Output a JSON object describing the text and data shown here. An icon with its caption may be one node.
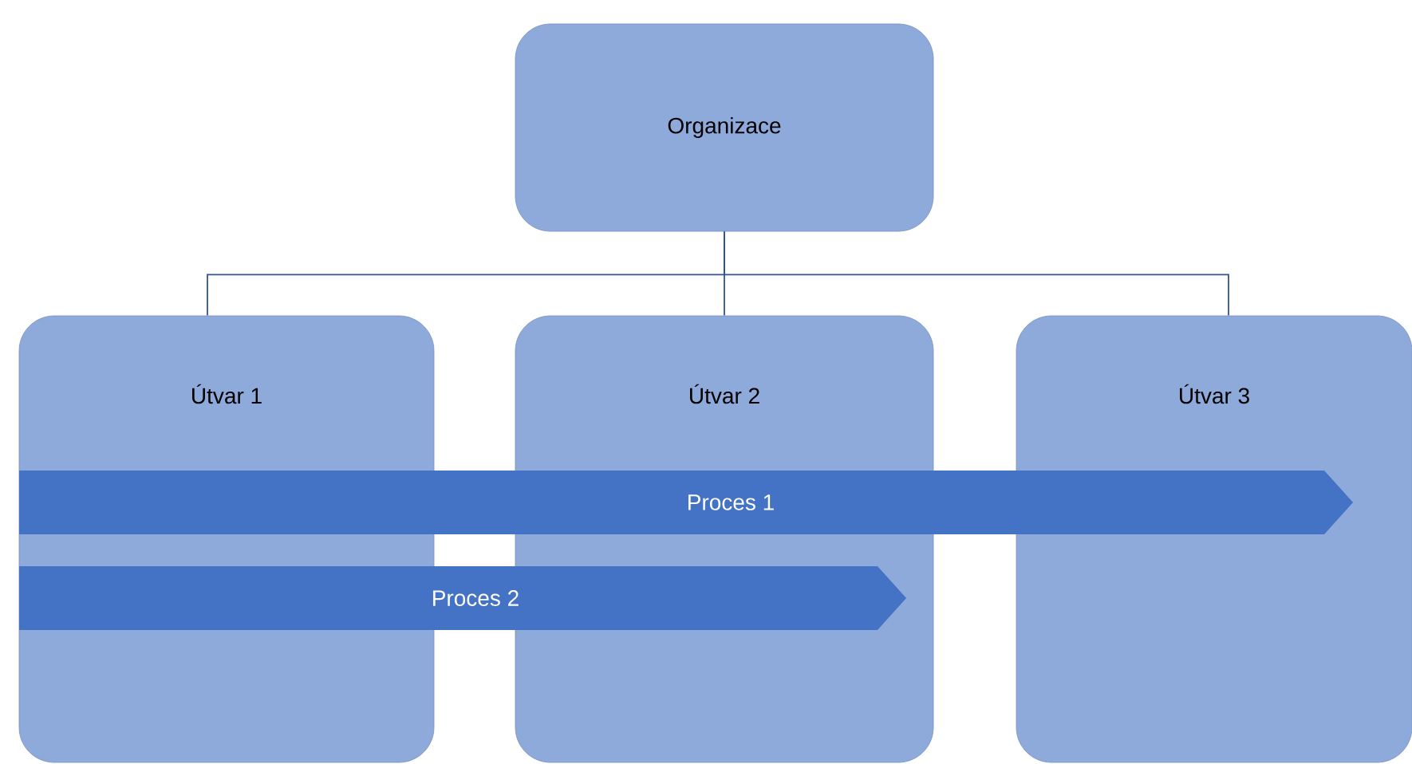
{
  "diagram": {
    "nodes": [
      {
        "text": [
          "Organizace"
        ]
      },
      {
        "text": [
          "Útvar 1"
        ]
      },
      {
        "text": [
          "Útvar 2"
        ]
      },
      {
        "text": [
          "Útvar 3"
        ]
      },
      {
        "text": [
          "Proces 1"
        ]
      },
      {
        "text": [
          "Proces 2"
        ]
      }
    ],
    "edges": [
      {
        "from": 0,
        "to": 1,
        "arrow": "none"
      },
      {
        "from": 0,
        "to": 2,
        "arrow": "none"
      },
      {
        "from": 0,
        "to": 3,
        "arrow": "none"
      }
    ]
  }
}
